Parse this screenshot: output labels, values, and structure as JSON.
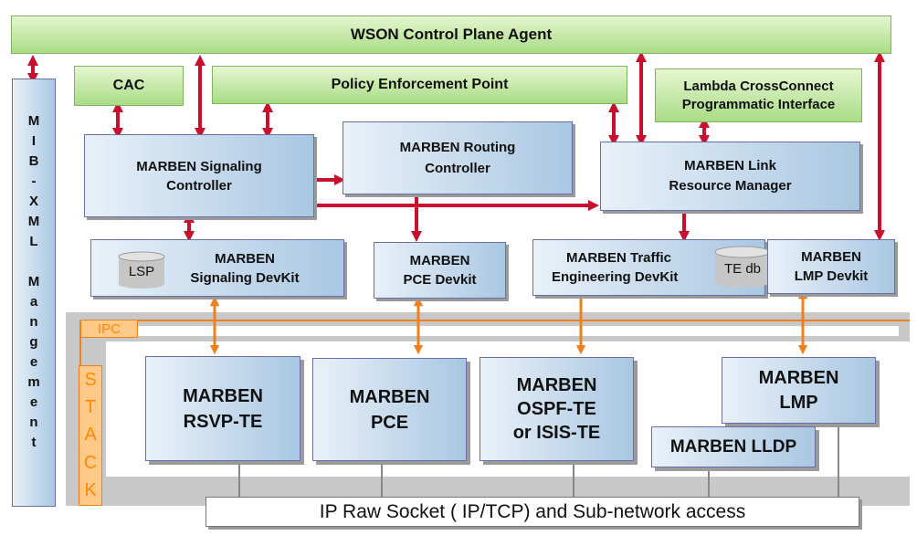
{
  "colors": {
    "arrow_red": "#c8102e",
    "arrow_orange": "#f07f1d",
    "green_fill": "#b8e297",
    "blue_fill": "#b7d0e8",
    "stack_orange": "#ffc98a"
  },
  "top": {
    "agent": "WSON Control Plane Agent",
    "cac": "CAC",
    "pep": "Policy Enforcement Point",
    "lambda_line1": "Lambda CrossConnect",
    "lambda_line2": "Programmatic Interface"
  },
  "mib_chars": [
    "M",
    "I",
    "B",
    "-",
    "X",
    "M",
    "L",
    "",
    "M",
    "a",
    "n",
    "g",
    "e",
    "m",
    "e",
    "n",
    "t"
  ],
  "controllers": {
    "signaling_line1": "MARBEN Signaling",
    "signaling_line2": "Controller",
    "routing_line1": "MARBEN Routing",
    "routing_line2": "Controller",
    "link_line1": "MARBEN Link",
    "link_line2": "Resource Manager"
  },
  "devkits": {
    "sig_line1": "MARBEN",
    "sig_line2": "Signaling DevKit",
    "lsp": "LSP",
    "pce_line1": "MARBEN",
    "pce_line2": "PCE Devkit",
    "te_line1": "MARBEN Traffic",
    "te_line2": "Engineering DevKit",
    "tedb": "TE db",
    "lmp_line1": "MARBEN",
    "lmp_line2": "LMP Devkit"
  },
  "ipc": "IPC",
  "stack_chars": [
    "S",
    "T",
    "A",
    "C",
    "K"
  ],
  "protocols": {
    "rsvp_line1": "MARBEN",
    "rsvp_line2": "RSVP-TE",
    "pce_line1": "MARBEN",
    "pce_line2": "PCE",
    "ospf_line1": "MARBEN",
    "ospf_line2": "OSPF-TE",
    "ospf_line3": "or ISIS-TE",
    "lmp_line1": "MARBEN",
    "lmp_line2": "LMP",
    "lldp": "MARBEN LLDP"
  },
  "raw_socket": "IP Raw Socket ( IP/TCP) and Sub-network access"
}
